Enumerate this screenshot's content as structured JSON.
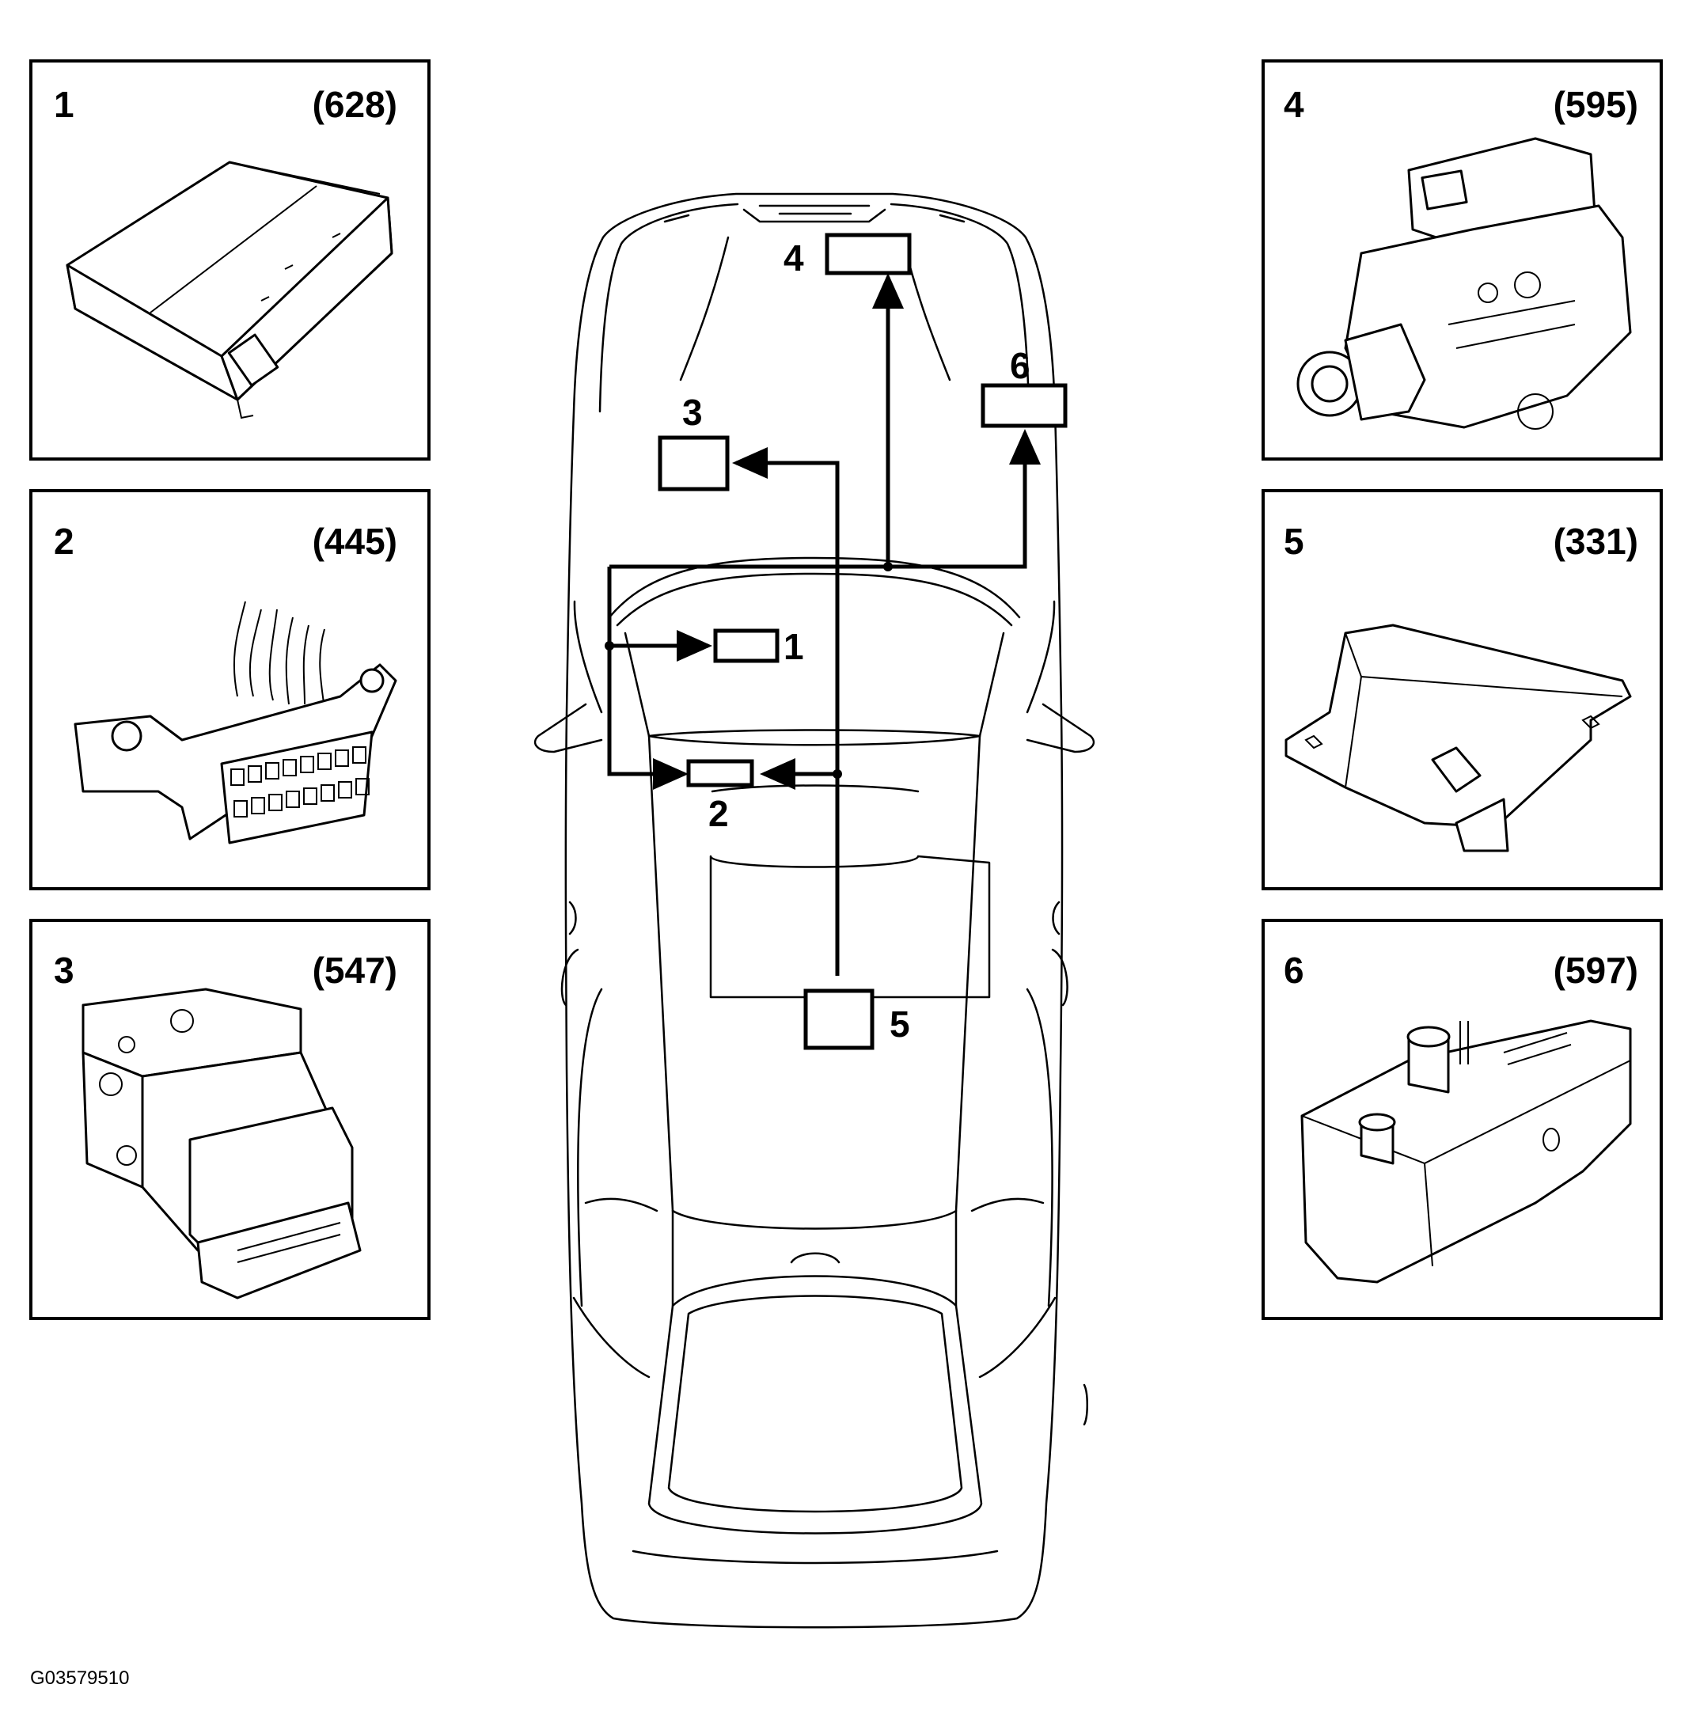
{
  "panels": [
    {
      "number": "1",
      "code": "(628)",
      "component_icon": "control-module-icon"
    },
    {
      "number": "2",
      "code": "(445)",
      "component_icon": "diagnostic-connector-icon"
    },
    {
      "number": "3",
      "code": "(547)",
      "component_icon": "abs-hydraulic-unit-icon"
    },
    {
      "number": "4",
      "code": "(595)",
      "component_icon": "injection-pump-icon"
    },
    {
      "number": "5",
      "code": "(331)",
      "component_icon": "airbag-module-icon"
    },
    {
      "number": "6",
      "code": "(597)",
      "component_icon": "auxiliary-heater-icon"
    }
  ],
  "callouts": {
    "m1": "1",
    "m2": "2",
    "m3": "3",
    "m4": "4",
    "m5": "5",
    "m6": "6"
  },
  "reference": "G03579510",
  "colors": {
    "line": "#000000",
    "background": "#ffffff"
  }
}
